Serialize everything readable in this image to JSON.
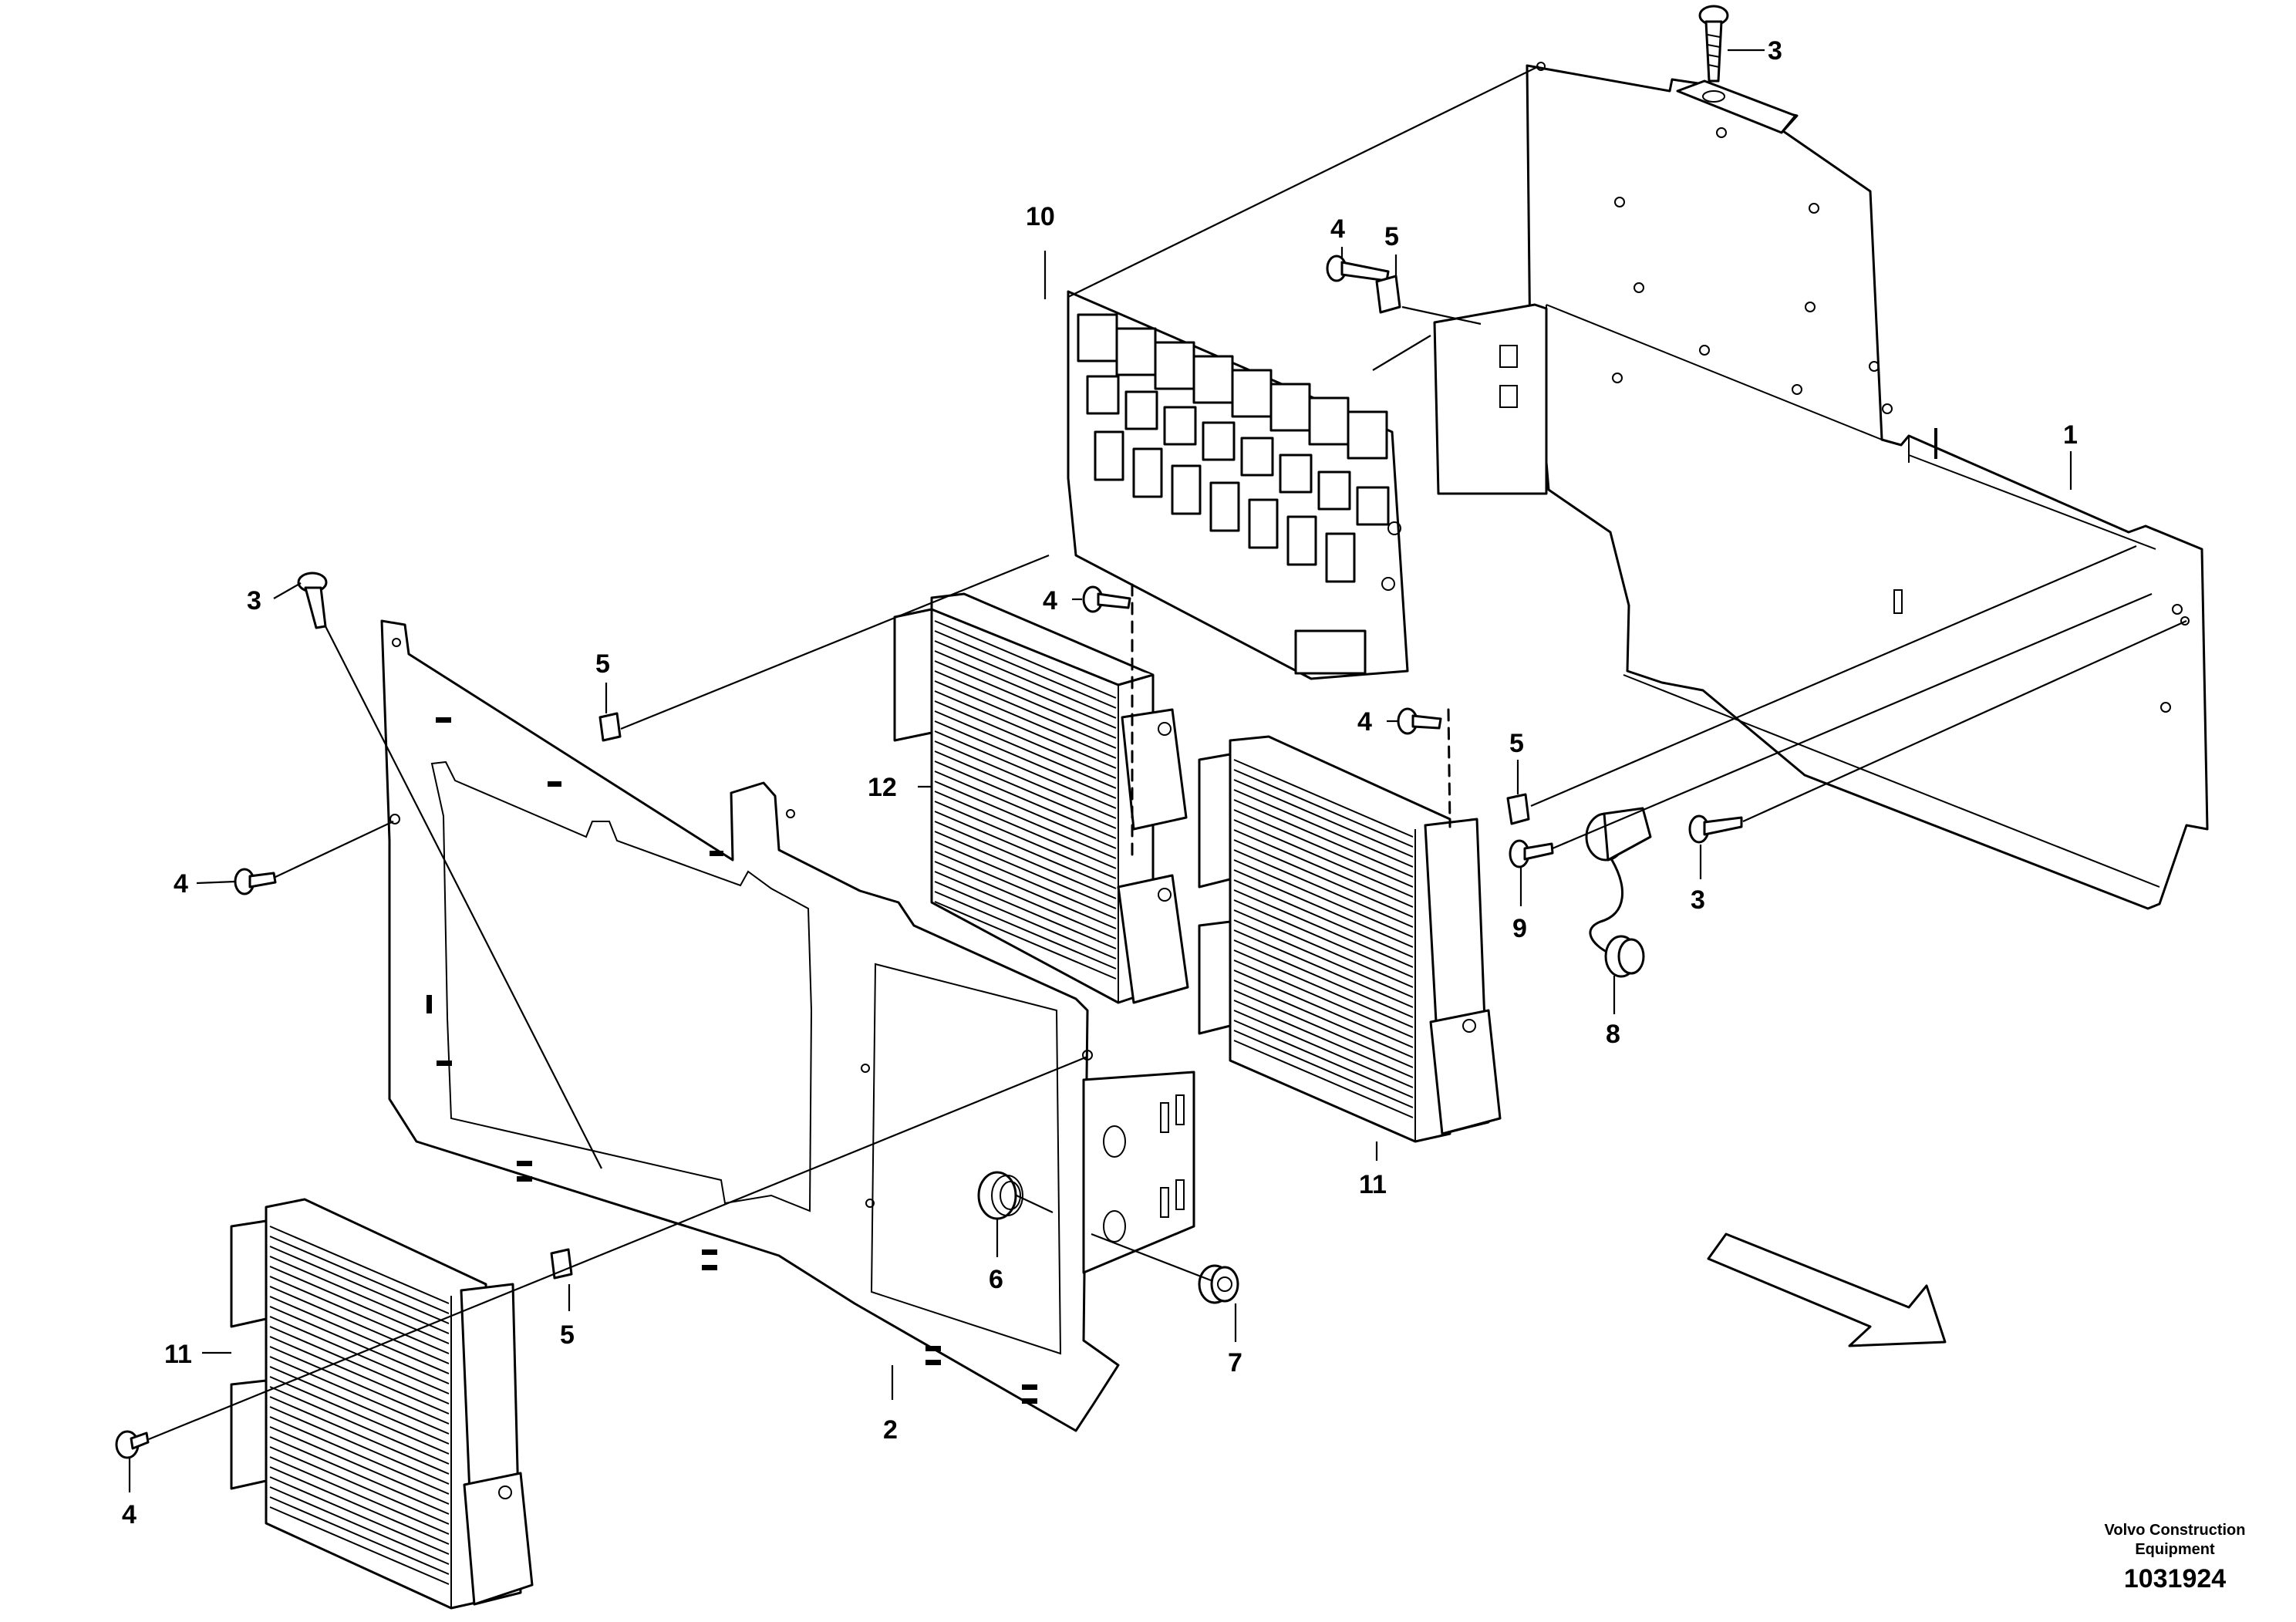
{
  "callouts": {
    "c1": "1",
    "c2": "2",
    "c3_top": "3",
    "c3_left": "3",
    "c3_right": "3",
    "c4_top": "4",
    "c4_mid": "4",
    "c4_right": "4",
    "c4_left": "4",
    "c4_bottom": "4",
    "c5_top": "5",
    "c5_left": "5",
    "c5_right": "5",
    "c5_bottom": "5",
    "c6": "6",
    "c7": "7",
    "c8": "8",
    "c9": "9",
    "c10": "10",
    "c11_right": "11",
    "c11_left": "11",
    "c12": "12"
  },
  "footer": {
    "company_line1": "Volvo Construction",
    "company_line2": "Equipment",
    "drawing_number": "1031924"
  }
}
